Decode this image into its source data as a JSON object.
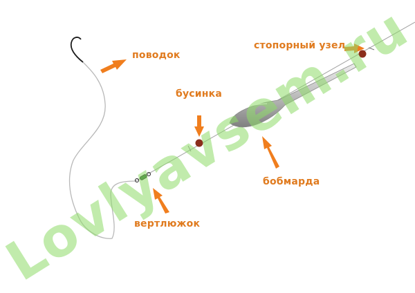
{
  "labels": {
    "leader": "поводок",
    "bead": "бусинка",
    "stopper_knot": "стопорный узел",
    "bombarda": "бобмарда",
    "swivel": "вертлюжок"
  },
  "watermark": "Lovlyavsem.ru",
  "colors": {
    "label": "#e07b1f",
    "arrow": "#f07e1e",
    "bead": "#8b2e1c",
    "line": "#9a9a9a",
    "watermark": "#8fdc6a"
  }
}
